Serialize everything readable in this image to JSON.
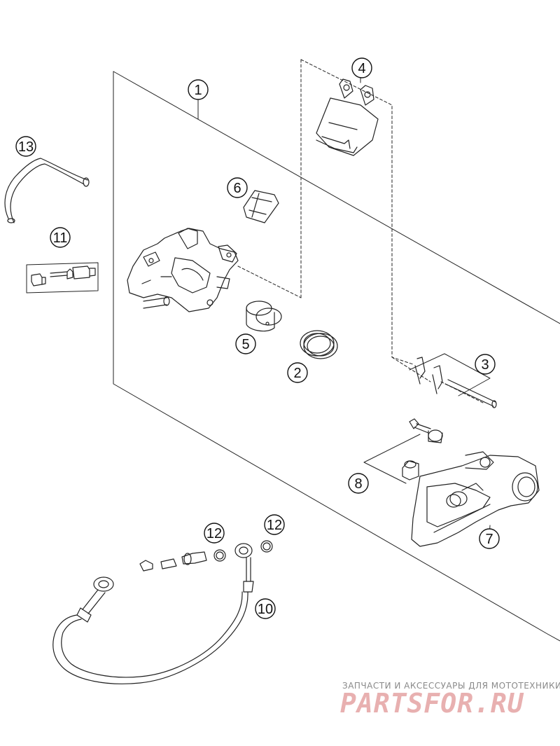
{
  "diagram": {
    "callouts": [
      {
        "id": "1",
        "label": "1"
      },
      {
        "id": "2",
        "label": "2"
      },
      {
        "id": "3",
        "label": "3"
      },
      {
        "id": "4",
        "label": "4"
      },
      {
        "id": "5",
        "label": "5"
      },
      {
        "id": "6",
        "label": "6"
      },
      {
        "id": "7",
        "label": "7"
      },
      {
        "id": "8",
        "label": "8"
      },
      {
        "id": "10",
        "label": "10"
      },
      {
        "id": "11",
        "label": "11"
      },
      {
        "id": "12a",
        "label": "12"
      },
      {
        "id": "12b",
        "label": "12"
      },
      {
        "id": "13",
        "label": "13"
      }
    ]
  },
  "watermark": {
    "tagline": "ЗАПЧАСТИ И АКСЕССУАРЫ ДЛЯ МОТОТЕХНИКИ",
    "brand": "PARTSFOR.RU",
    "brand_color": "#e8b0b0"
  }
}
